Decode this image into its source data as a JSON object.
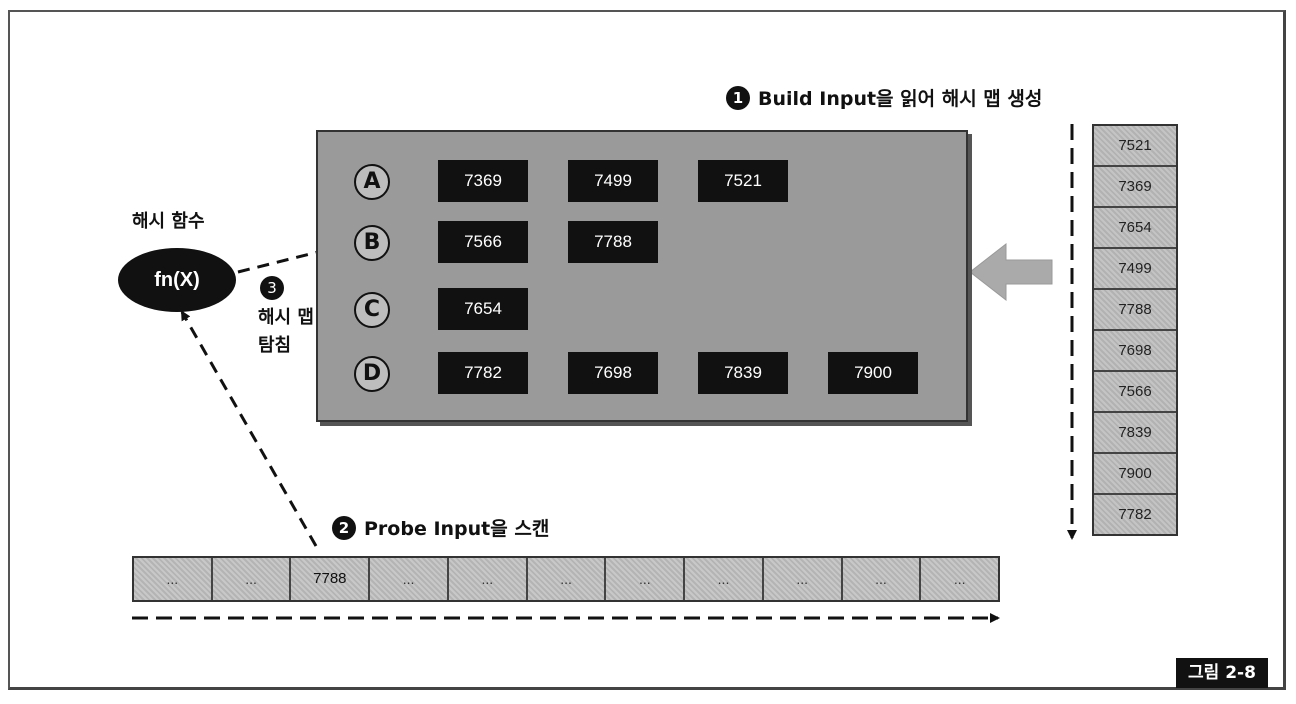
{
  "step1": {
    "num": "1",
    "text": "Build Input을 읽어 해시 맵 생성"
  },
  "step2": {
    "num": "2",
    "text": "Probe Input을 스캔"
  },
  "step3": {
    "num": "3",
    "line1": "해시 맵",
    "line2": "탐침"
  },
  "hash_function": {
    "title": "해시 함수",
    "label": "fn(X)"
  },
  "buckets": [
    {
      "key": "A",
      "values": [
        "7369",
        "7499",
        "7521"
      ]
    },
    {
      "key": "B",
      "values": [
        "7566",
        "7788"
      ]
    },
    {
      "key": "C",
      "values": [
        "7654"
      ]
    },
    {
      "key": "D",
      "values": [
        "7782",
        "7698",
        "7839",
        "7900"
      ]
    }
  ],
  "build_input": [
    "7521",
    "7369",
    "7654",
    "7499",
    "7788",
    "7698",
    "7566",
    "7839",
    "7900",
    "7782"
  ],
  "probe_input": [
    "...",
    "...",
    "7788",
    "...",
    "...",
    "...",
    "...",
    "...",
    "...",
    "...",
    "..."
  ],
  "figure_label": "그림 2-8"
}
